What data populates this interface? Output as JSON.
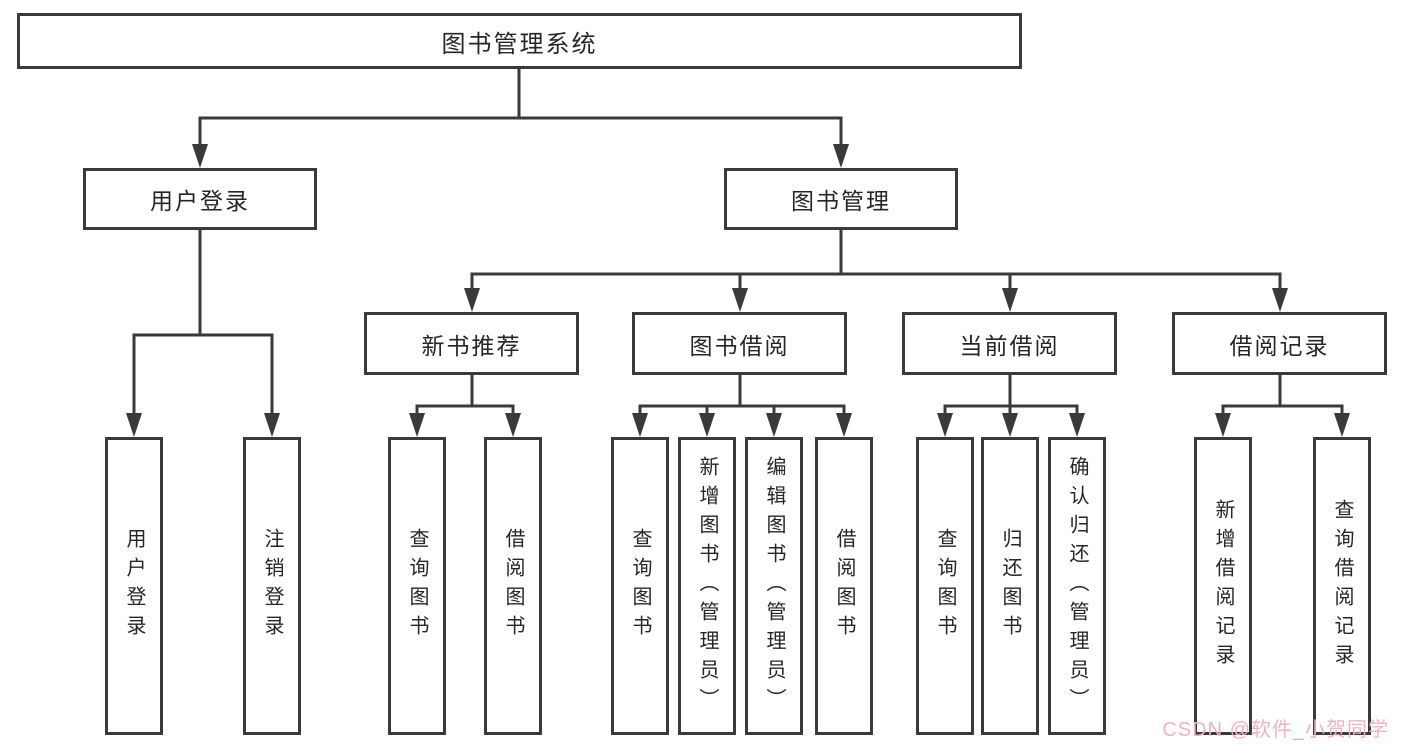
{
  "labels": {
    "root": "图书管理系统",
    "l2_user_login": "用户登录",
    "l2_book_mgmt": "图书管理",
    "l3_new_book": "新书推荐",
    "l3_book_borrow": "图书借阅",
    "l3_current_borrow": "当前借阅",
    "l3_borrow_record": "借阅记录",
    "leaf_user_login": "用户登录",
    "leaf_logout": "注销登录",
    "leaf_newbook_query": "查询图书",
    "leaf_newbook_borrow": "借阅图书",
    "leaf_borrow_query": "查询图书",
    "leaf_borrow_add": "新增图书（管理员）",
    "leaf_borrow_edit": "编辑图书（管理员）",
    "leaf_borrow_borrow": "借阅图书",
    "leaf_current_query": "查询图书",
    "leaf_current_return": "归还图书",
    "leaf_current_confirm": "确认归还（管理员）",
    "leaf_record_add": "新增借阅记录",
    "leaf_record_query": "查询借阅记录"
  },
  "hierarchy": {
    "图书管理系统": {
      "用户登录": [
        "用户登录",
        "注销登录"
      ],
      "图书管理": {
        "新书推荐": [
          "查询图书",
          "借阅图书"
        ],
        "图书借阅": [
          "查询图书",
          "新增图书（管理员）",
          "编辑图书（管理员）",
          "借阅图书"
        ],
        "当前借阅": [
          "查询图书",
          "归还图书",
          "确认归还（管理员）"
        ],
        "借阅记录": [
          "新增借阅记录",
          "查询借阅记录"
        ]
      }
    }
  },
  "watermark": "CSDN @软件_小贺同学",
  "colors": {
    "line": "#3a3a3a",
    "box_border": "#3a3a3a",
    "text": "#262626",
    "background": "#ffffff",
    "watermark": "#f2b2bf"
  }
}
